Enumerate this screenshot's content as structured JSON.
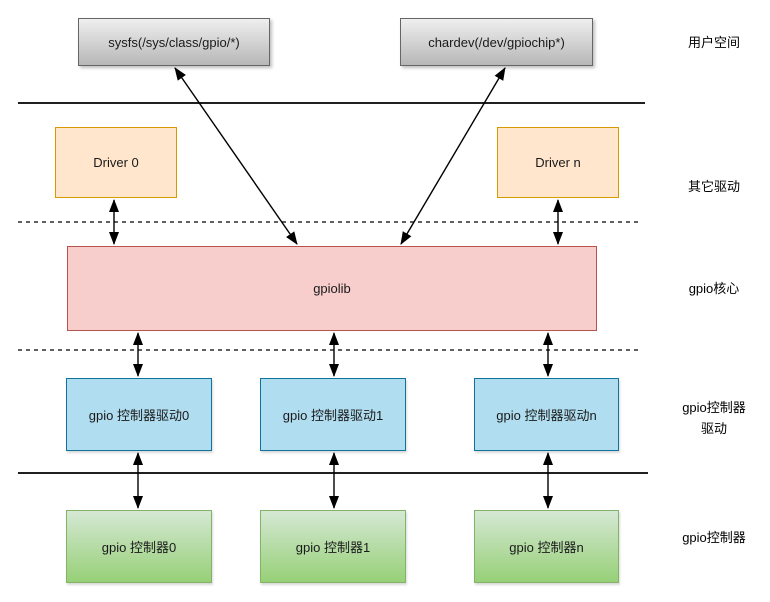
{
  "diagram": {
    "boxes": {
      "sysfs": {
        "label": "sysfs(/sys/class/gpio/*)"
      },
      "chardev": {
        "label": "chardev(/dev/gpiochip*)"
      },
      "driver0": {
        "label": "Driver 0"
      },
      "drivern": {
        "label": "Driver n"
      },
      "gpiolib": {
        "label": "gpiolib"
      },
      "ctrl_drv0": {
        "label": "gpio 控制器驱动0"
      },
      "ctrl_drv1": {
        "label": "gpio 控制器驱动1"
      },
      "ctrl_drvn": {
        "label": "gpio 控制器驱动n"
      },
      "ctrl0": {
        "label": "gpio 控制器0"
      },
      "ctrl1": {
        "label": "gpio 控制器1"
      },
      "ctrln": {
        "label": "gpio 控制器n"
      }
    },
    "layer_labels": {
      "user_space": "用户空间",
      "other_drivers": "其它驱动",
      "gpio_core": "gpio核心",
      "gpio_ctrl_driver": "gpio控制器驱动",
      "gpio_ctrl": "gpio控制器"
    },
    "colors": {
      "gray_fill_top": "#efefef",
      "gray_fill_bottom": "#b7b7b7",
      "gray_border": "#666666",
      "orange_fill": "#ffe6cc",
      "orange_border": "#d79b00",
      "red_fill": "#f8cecc",
      "red_border": "#b85450",
      "blue_fill": "#b1ddf0",
      "blue_border": "#10739e",
      "green_fill_top": "#d5e8d4",
      "green_fill_bottom": "#97d077",
      "green_border": "#82b366",
      "line_color": "#000000"
    }
  }
}
